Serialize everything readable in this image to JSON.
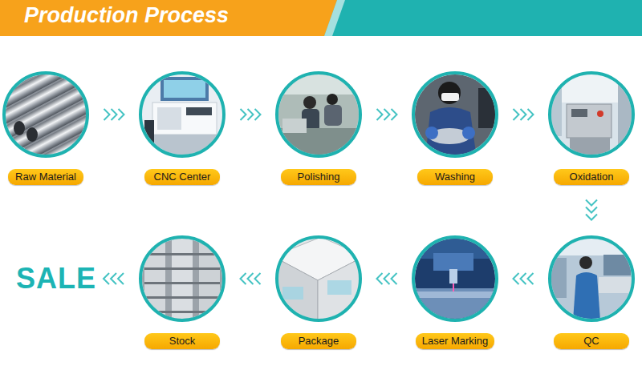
{
  "diagram": {
    "title": "Production Process",
    "nodes": [
      {
        "text": [
          "Raw Material"
        ]
      },
      {
        "text": [
          "CNC Center"
        ]
      },
      {
        "text": [
          "Polishing"
        ]
      },
      {
        "text": [
          "Washing"
        ]
      },
      {
        "text": [
          "Oxidation"
        ]
      },
      {
        "text": [
          "QC"
        ]
      },
      {
        "text": [
          "Laser Marking"
        ]
      },
      {
        "text": [
          "Package"
        ]
      },
      {
        "text": [
          "Stock"
        ]
      }
    ],
    "edges": [
      {
        "from": 0,
        "to": 1,
        "arrow": "to"
      },
      {
        "from": 1,
        "to": 2,
        "arrow": "to"
      },
      {
        "from": 2,
        "to": 3,
        "arrow": "to"
      },
      {
        "from": 3,
        "to": 4,
        "arrow": "to"
      },
      {
        "from": 4,
        "to": 5,
        "arrow": "to"
      },
      {
        "from": 5,
        "to": 6,
        "arrow": "to"
      },
      {
        "from": 6,
        "to": 7,
        "arrow": "to"
      },
      {
        "from": 7,
        "to": 8,
        "arrow": "to"
      }
    ],
    "labels": [
      "SALE"
    ]
  }
}
